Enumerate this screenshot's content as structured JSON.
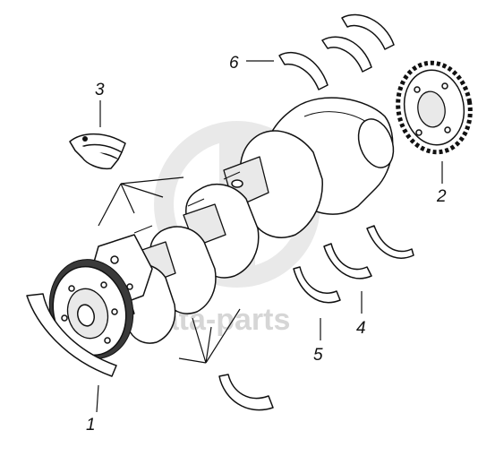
{
  "callouts": [
    {
      "id": "1",
      "label": "1"
    },
    {
      "id": "2",
      "label": "2"
    },
    {
      "id": "3",
      "label": "3"
    },
    {
      "id": "4",
      "label": "4"
    },
    {
      "id": "5",
      "label": "5"
    },
    {
      "id": "6",
      "label": "6"
    }
  ],
  "watermark": {
    "text": "data-parts"
  }
}
